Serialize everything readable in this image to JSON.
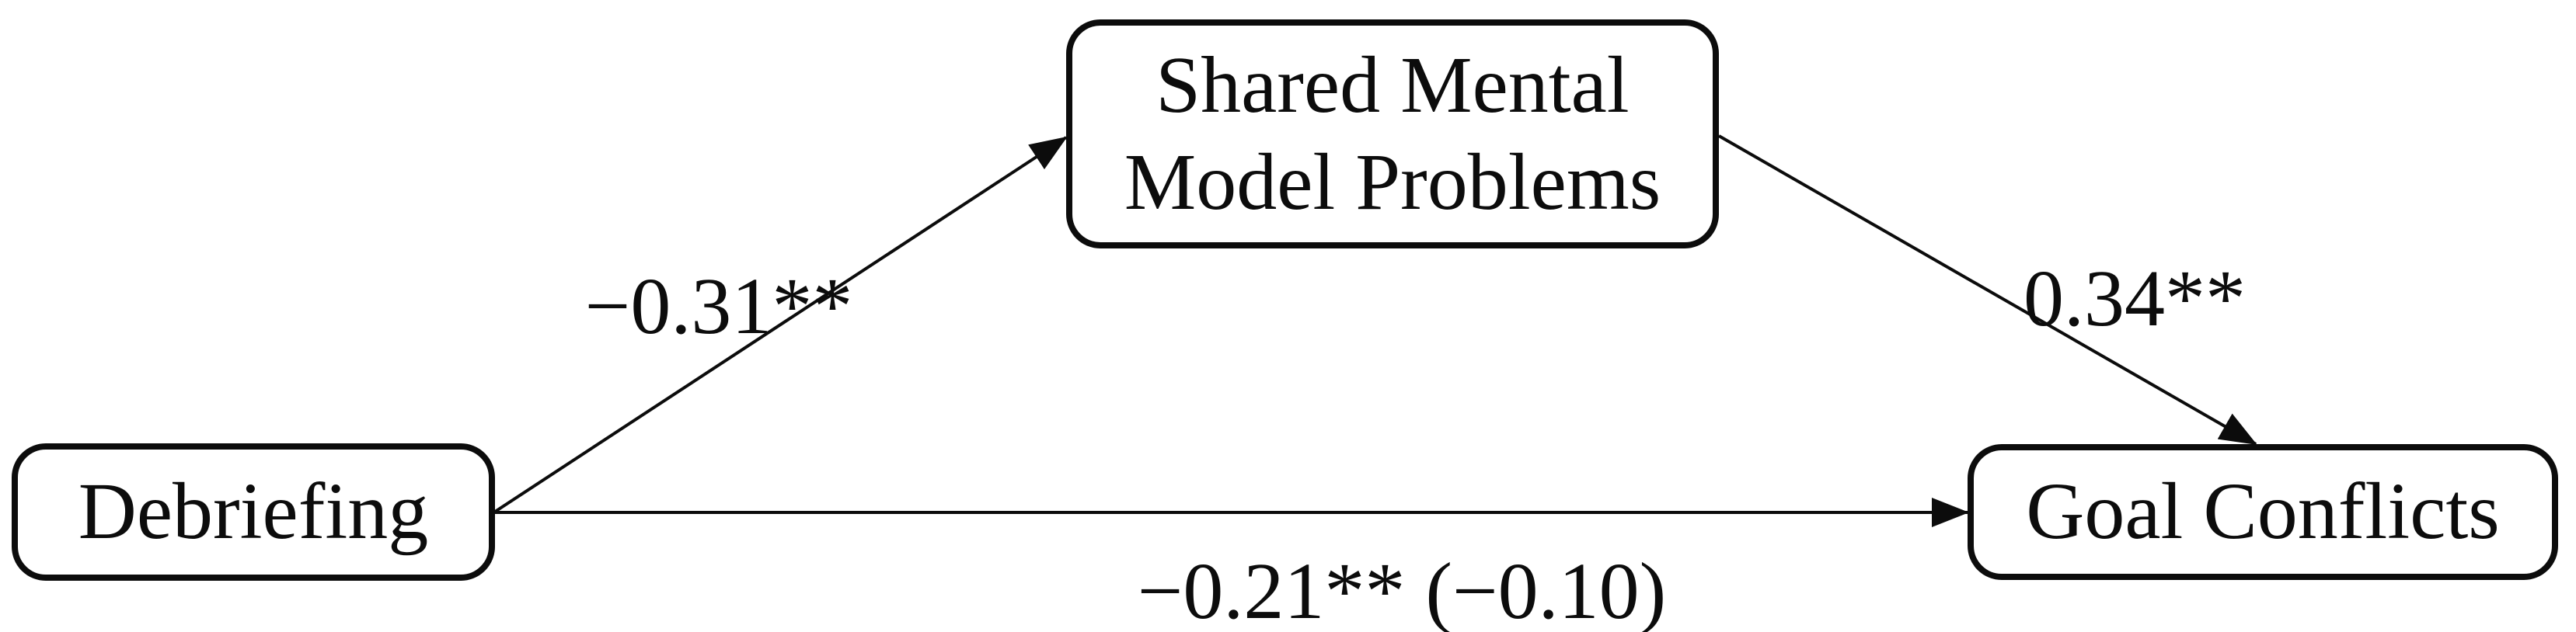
{
  "diagram": {
    "background_color": "#ffffff",
    "ink_color": "#0c0c0c",
    "nodes": {
      "predictor": {
        "label": "Debriefing"
      },
      "mediator": {
        "line1": "Shared Mental",
        "line2": "Model Problems"
      },
      "outcome": {
        "label": "Goal Conflicts"
      }
    },
    "coefficients": {
      "predictor_to_mediator": "−0.31**",
      "mediator_to_outcome": "0.34**",
      "predictor_to_outcome_direct": "−0.21** (−0.10)"
    }
  }
}
